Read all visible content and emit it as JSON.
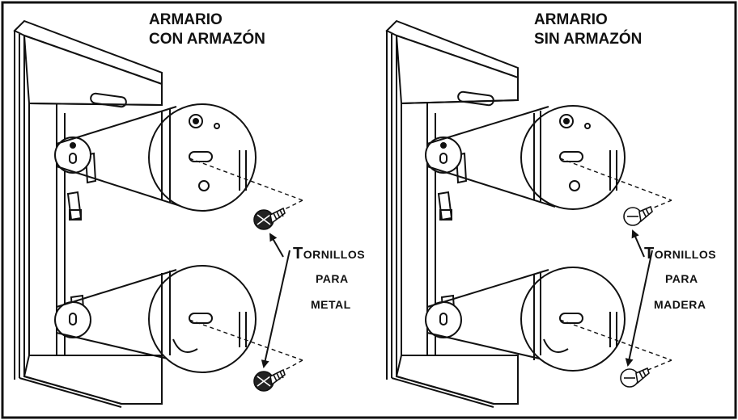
{
  "panels": [
    {
      "title_line1": "ARMARIO",
      "title_line2": "CON ARMAZÓN",
      "label_initial": "T",
      "label_rest": "ORNILLOS",
      "label_line2": "PARA",
      "label_line3": "METAL"
    },
    {
      "title_line1": "ARMARIO",
      "title_line2": "SIN ARMAZÓN",
      "label_initial": "T",
      "label_rest": "ORNILLOS",
      "label_line2": "PARA",
      "label_line3": "MADERA"
    }
  ]
}
